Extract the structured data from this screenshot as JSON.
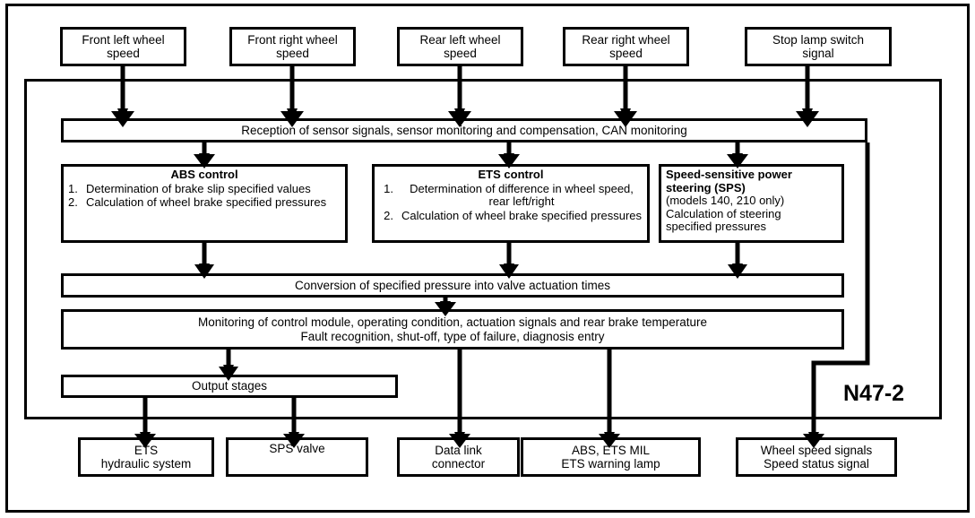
{
  "diagram": {
    "title": "N47-2",
    "ecu_label": "N47-2",
    "line_color": "#000000",
    "background_color": "#ffffff"
  },
  "inputs": [
    {
      "id": "front-left-wheel-speed",
      "line1": "Front left wheel",
      "line2": "speed"
    },
    {
      "id": "front-right-wheel-speed",
      "line1": "Front right wheel",
      "line2": "speed"
    },
    {
      "id": "rear-left-wheel-speed",
      "line1": "Rear left wheel",
      "line2": "speed"
    },
    {
      "id": "rear-right-wheel-speed",
      "line1": "Rear right wheel",
      "line2": "speed"
    },
    {
      "id": "stop-lamp-switch-signal",
      "line1": "Stop lamp switch",
      "line2": "signal"
    }
  ],
  "reception": {
    "label": "Reception of sensor signals, sensor monitoring and compensation, CAN monitoring"
  },
  "abs_control": {
    "title": "ABS control",
    "items": [
      {
        "num": "1.",
        "text": "Determination of brake slip specified values"
      },
      {
        "num": "2.",
        "text": "Calculation of wheel brake specified pressures"
      }
    ]
  },
  "ets_control": {
    "title": "ETS control",
    "items": [
      {
        "num": "1.",
        "text": "Determination of difference in wheel speed, rear left/right"
      },
      {
        "num": "2.",
        "text": "Calculation of wheel brake specified pressures"
      }
    ]
  },
  "sps": {
    "line1": "Speed-sensitive power",
    "line2": "steering (SPS)",
    "line3": "(models 140, 210 only)",
    "line4": "Calculation of steering",
    "line5": "specified pressures"
  },
  "conversion": {
    "label": "Conversion of specified pressure into valve actuation times"
  },
  "monitoring": {
    "line1": "Monitoring of control module, operating condition, actuation signals and rear brake temperature",
    "line2": "Fault recognition, shut-off, type of failure, diagnosis entry"
  },
  "output_stages": {
    "label": "Output stages"
  },
  "outputs": [
    {
      "id": "ets-hydraulic-system",
      "line1": "ETS",
      "line2": "hydraulic system"
    },
    {
      "id": "sps-valve",
      "line1": "SPS valve",
      "line2": ""
    },
    {
      "id": "data-link-connector",
      "line1": "Data link",
      "line2": "connector"
    },
    {
      "id": "abs-ets-mil",
      "line1": "ABS, ETS MIL",
      "line2": "ETS warning lamp"
    },
    {
      "id": "wheel-speed-signals",
      "line1": "Wheel speed signals",
      "line2": "Speed status signal"
    }
  ]
}
